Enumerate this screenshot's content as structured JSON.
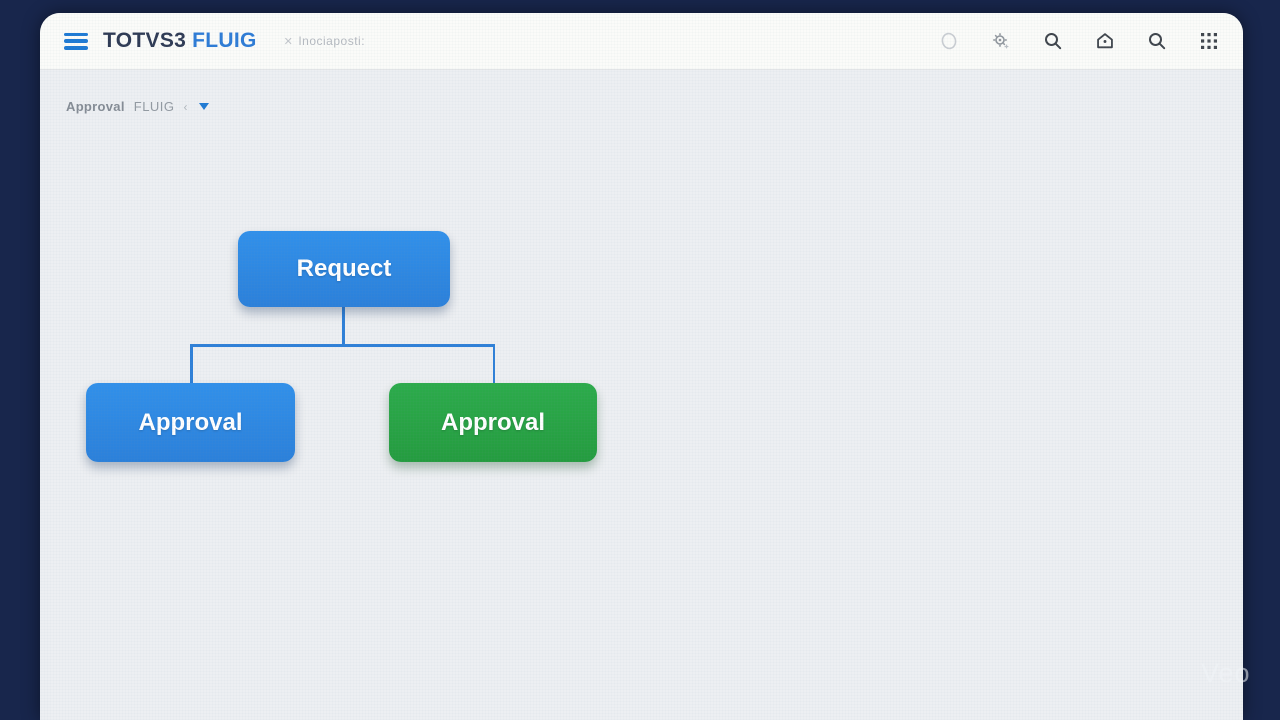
{
  "header": {
    "logo": {
      "primary": "TOTVS3",
      "secondary": "FLUIG"
    },
    "subtitle": {
      "glyph": "✕",
      "text": "Inociaposti:"
    },
    "toolbar_icons": [
      "chat-icon",
      "settings-icon",
      "search-icon",
      "home-icon",
      "search-icon",
      "apps-grid-icon"
    ]
  },
  "breadcrumb": {
    "app": "Approval",
    "product": "FLUIG",
    "separator": "‹"
  },
  "diagram": {
    "nodes": [
      {
        "id": "request",
        "label": "Requect",
        "color": "#2e86e0"
      },
      {
        "id": "approval-left",
        "label": "Approval",
        "color": "#2e86e0"
      },
      {
        "id": "approval-right",
        "label": "Approval",
        "color": "#28a144"
      }
    ],
    "edges": [
      {
        "from": "request",
        "to": "approval-left"
      },
      {
        "from": "request",
        "to": "approval-right"
      }
    ],
    "connector_color": "#2f80d8"
  },
  "watermark": "Veo",
  "colors": {
    "frame": "#18264c",
    "header_bg": "#fbfbf9",
    "content_bg": "#edeff2",
    "accent_blue": "#1f7ad4",
    "logo_navy": "#2f3b55",
    "logo_blue": "#2e7cd6",
    "node_blue": "#2e86e0",
    "node_green": "#28a144"
  }
}
